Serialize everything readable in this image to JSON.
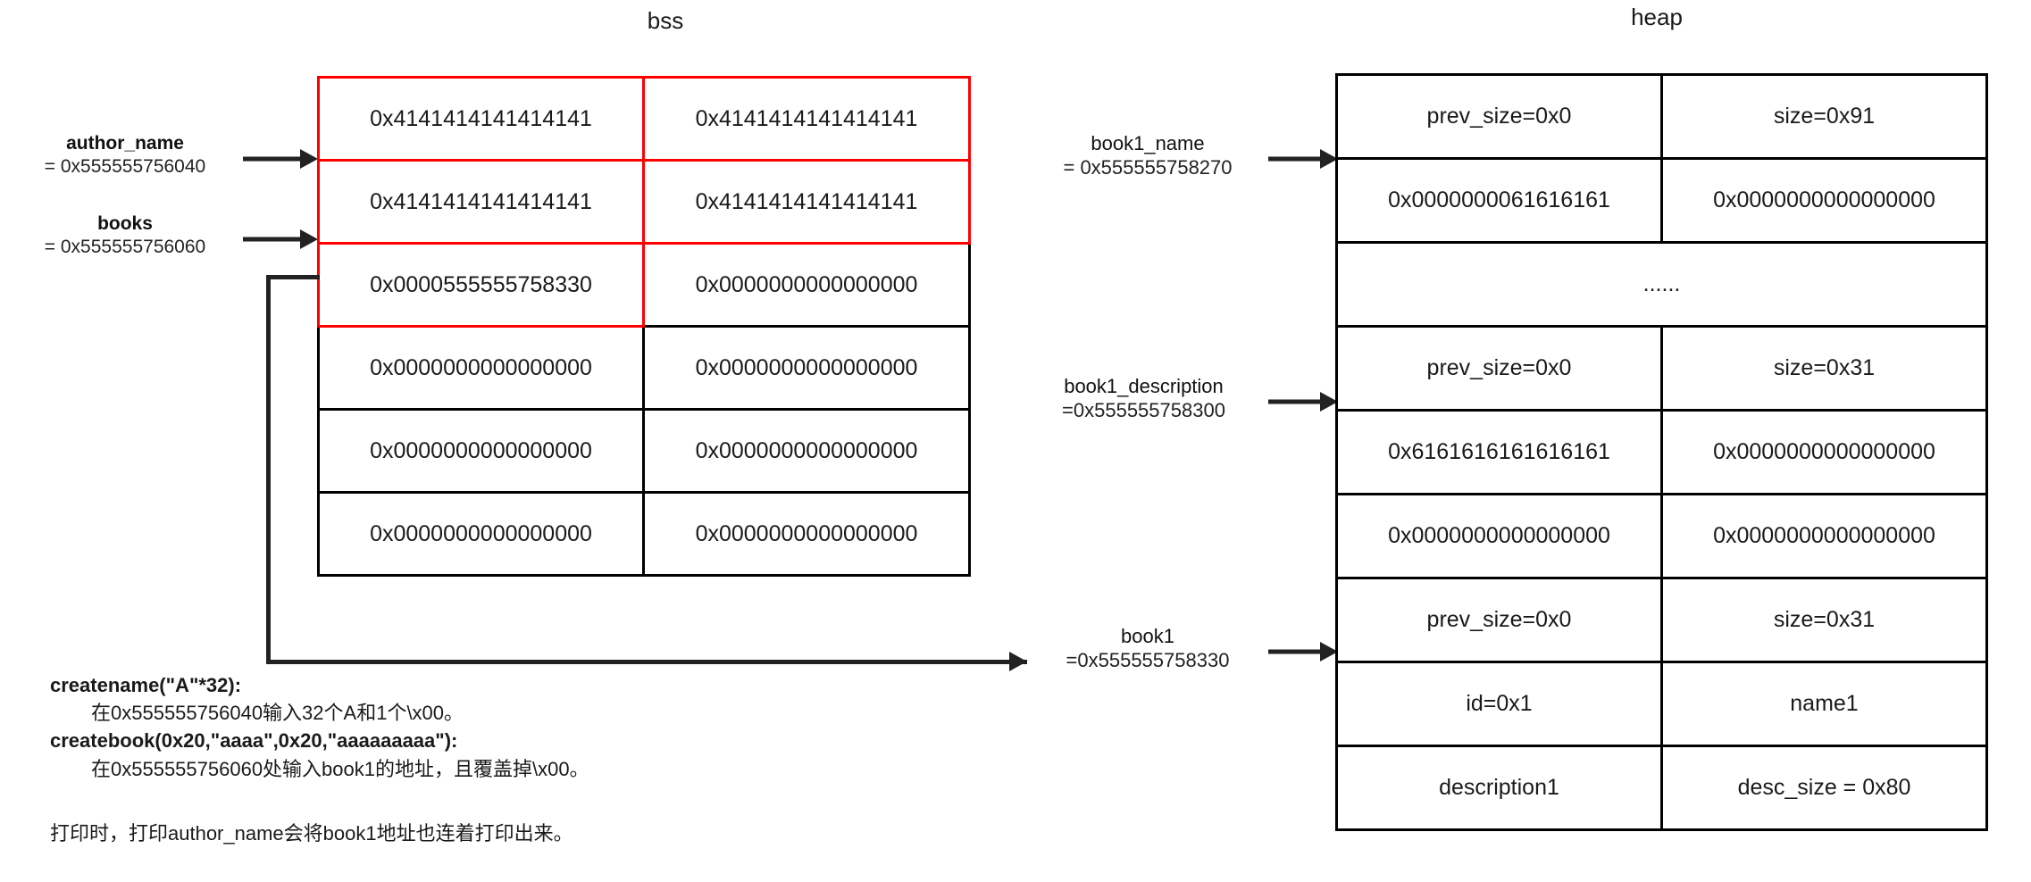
{
  "diagram": {
    "title_bss": "bss",
    "title_heap": "heap"
  },
  "bss": {
    "label_author_name": {
      "name": "author_name",
      "address": "= 0x555555756040"
    },
    "label_books": {
      "name": "books",
      "address": "= 0x555555756060"
    },
    "rows": [
      {
        "left": "0x4141414141414141",
        "right": "0x4141414141414141",
        "highlight": "red"
      },
      {
        "left": "0x4141414141414141",
        "right": "0x4141414141414141",
        "highlight": "red"
      },
      {
        "left": "0x0000555555758330",
        "right": "0x0000000000000000",
        "highlight": "left-red"
      },
      {
        "left": "0x0000000000000000",
        "right": "0x0000000000000000",
        "highlight": "none"
      },
      {
        "left": "0x0000000000000000",
        "right": "0x0000000000000000",
        "highlight": "none"
      },
      {
        "left": "0x0000000000000000",
        "right": "0x0000000000000000",
        "highlight": "none"
      }
    ]
  },
  "heap": {
    "label_book1_name": {
      "name": "book1_name",
      "address": "= 0x555555758270"
    },
    "label_book1_description": {
      "name": "book1_description",
      "address": "=0x555555758300"
    },
    "label_book1": {
      "name": "book1",
      "address": "=0x555555758330"
    },
    "rows": [
      {
        "left": "prev_size=0x0",
        "right": "size=0x91"
      },
      {
        "left": "0x0000000061616161",
        "right": "0x0000000000000000"
      },
      {
        "span": "......"
      },
      {
        "left": "prev_size=0x0",
        "right": "size=0x31"
      },
      {
        "left": "0x6161616161616161",
        "right": "0x0000000000000000"
      },
      {
        "left": "0x0000000000000000",
        "right": "0x0000000000000000"
      },
      {
        "left": "prev_size=0x0",
        "right": "size=0x31"
      },
      {
        "left": "id=0x1",
        "right": "name1"
      },
      {
        "left": "description1",
        "right": "desc_size = 0x80"
      }
    ]
  },
  "notes": {
    "line1_bold": "createname(\"A\"*32):",
    "line2": "在0x555555756040输入32个A和1个\\x00。",
    "line3_bold": "createbook(0x20,\"aaaa\",0x20,\"aaaaaaaaa\"):",
    "line4": "在0x555555756060处输入book1的地址，且覆盖掉\\x00。",
    "line5": "打印时，打印author_name会将book1地址也连着打印出来。"
  },
  "colors": {
    "highlight": "#ff0000",
    "border": "#000000",
    "text": "#1a1a1a"
  }
}
